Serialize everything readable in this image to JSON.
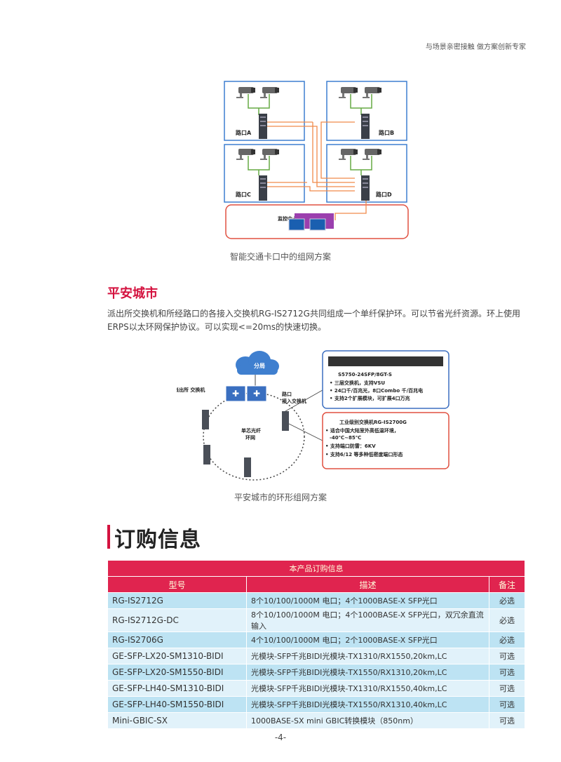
{
  "header": {
    "tagline": "与场景亲密接触 做方案创新专家"
  },
  "diagram1": {
    "labels": {
      "a": "路口A",
      "b": "路口B",
      "c": "路口C",
      "d": "路口D",
      "center": "监控中心"
    },
    "caption": "智能交通卡口中的组网方案"
  },
  "section": {
    "title": "平安城市",
    "paragraph": "派出所交换机和所经路口的各接入交换机RG-IS2712G共同组成一个单纤保护环。可以节省光纤资源。环上使用ERPS以太环网保护协议。可以实现<=20ms的快速切换。"
  },
  "diagram2": {
    "cloud": "分局",
    "left_label": "派出所 交换机",
    "right_label_1": "路口",
    "right_label_2": "接入交换机",
    "ring_1": "单芯光纤",
    "ring_2": "环网",
    "box1": {
      "title": "S5750-24SFP/8GT-S",
      "b1": "• 三层交换机，支持VSU",
      "b2": "• 24口千/百兆光，8口Combo 千/百兆电",
      "b3": "• 支持2个扩展模块，可扩展4口万兆"
    },
    "box2": {
      "title": "工业级别交换机RG-IS2700G",
      "b1": "• 适合中国大陆室外高低温环境，",
      "b1b": "-40℃~85℃",
      "b2": "• 支持端口防雷：6KV",
      "b3": "• 支持6/12 等多种低密度端口形态"
    },
    "caption": "平安城市的环形组网方案"
  },
  "order": {
    "title": "订购信息",
    "table_title": "本产品订购信息",
    "headers": {
      "model": "型号",
      "desc": "描述",
      "note": "备注"
    },
    "rows": [
      {
        "model": "RG-IS2712G",
        "desc": "8个10/100/1000M 电口；4个1000BASE-X SFP光口",
        "note": "必选"
      },
      {
        "model": "RG-IS2712G-DC",
        "desc": "8个10/100/1000M 电口；4个1000BASE-X SFP光口，双冗余直流输入",
        "note": "必选"
      },
      {
        "model": "RG-IS2706G",
        "desc": "4个10/100/1000M 电口；2个1000BASE-X SFP光口",
        "note": "必选"
      },
      {
        "model": "GE-SFP-LX20-SM1310-BIDI",
        "desc": "光模块-SFP千兆BIDI光模块-TX1310/RX1550,20km,LC",
        "note": "可选"
      },
      {
        "model": "GE-SFP-LX20-SM1550-BIDI",
        "desc": "光模块-SFP千兆BIDI光模块-TX1550/RX1310,20km,LC",
        "note": "可选"
      },
      {
        "model": "GE-SFP-LH40-SM1310-BIDI",
        "desc": "光模块-SFP千兆BIDI光模块-TX1310/RX1550,40km,LC",
        "note": "可选"
      },
      {
        "model": "GE-SFP-LH40-SM1550-BIDI",
        "desc": "光模块-SFP千兆BIDI光模块-TX1550/RX1310,40km,LC",
        "note": "可选"
      },
      {
        "model": "Mini-GBIC-SX",
        "desc": "1000BASE-SX mini GBIC转换模块（850nm）",
        "note": "可选"
      }
    ]
  },
  "page_number": "-4-"
}
